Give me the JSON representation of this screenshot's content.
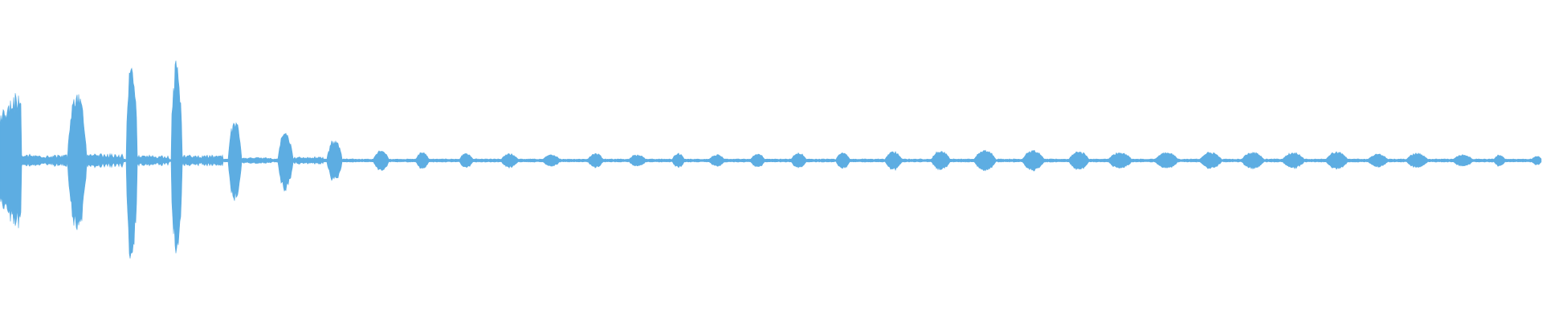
{
  "waveform": {
    "color": "#5dade2",
    "background": "#ffffff",
    "amplitude_max": 1.0,
    "baseline_amplitude": 0.006,
    "segments": [
      {
        "start": 0.0,
        "end": 0.014,
        "amp": 0.52,
        "shape": "decay"
      },
      {
        "start": 0.014,
        "end": 0.044,
        "amp": 0.045,
        "shape": "flat"
      },
      {
        "start": 0.044,
        "end": 0.056,
        "amp": 0.54,
        "shape": "burst"
      },
      {
        "start": 0.056,
        "end": 0.08,
        "amp": 0.05,
        "shape": "flat"
      },
      {
        "start": 0.082,
        "end": 0.089,
        "amp": 0.72,
        "shape": "spike"
      },
      {
        "start": 0.089,
        "end": 0.11,
        "amp": 0.04,
        "shape": "flat"
      },
      {
        "start": 0.111,
        "end": 0.118,
        "amp": 0.7,
        "shape": "spike"
      },
      {
        "start": 0.118,
        "end": 0.145,
        "amp": 0.04,
        "shape": "flat"
      },
      {
        "start": 0.148,
        "end": 0.157,
        "amp": 0.3,
        "shape": "burst"
      },
      {
        "start": 0.157,
        "end": 0.176,
        "amp": 0.02,
        "shape": "flat"
      },
      {
        "start": 0.18,
        "end": 0.19,
        "amp": 0.22,
        "shape": "burst"
      },
      {
        "start": 0.19,
        "end": 0.21,
        "amp": 0.025,
        "shape": "flat"
      },
      {
        "start": 0.212,
        "end": 0.222,
        "amp": 0.15,
        "shape": "burst"
      },
      {
        "start": 0.242,
        "end": 0.252,
        "amp": 0.075,
        "shape": "burst"
      },
      {
        "start": 0.27,
        "end": 0.278,
        "amp": 0.06,
        "shape": "burst"
      },
      {
        "start": 0.298,
        "end": 0.307,
        "amp": 0.05,
        "shape": "burst"
      },
      {
        "start": 0.325,
        "end": 0.336,
        "amp": 0.048,
        "shape": "burst"
      },
      {
        "start": 0.352,
        "end": 0.363,
        "amp": 0.042,
        "shape": "burst"
      },
      {
        "start": 0.381,
        "end": 0.391,
        "amp": 0.05,
        "shape": "burst"
      },
      {
        "start": 0.408,
        "end": 0.419,
        "amp": 0.04,
        "shape": "burst"
      },
      {
        "start": 0.436,
        "end": 0.444,
        "amp": 0.05,
        "shape": "burst"
      },
      {
        "start": 0.46,
        "end": 0.47,
        "amp": 0.04,
        "shape": "burst"
      },
      {
        "start": 0.487,
        "end": 0.496,
        "amp": 0.048,
        "shape": "burst"
      },
      {
        "start": 0.513,
        "end": 0.523,
        "amp": 0.052,
        "shape": "burst"
      },
      {
        "start": 0.542,
        "end": 0.551,
        "amp": 0.058,
        "shape": "burst"
      },
      {
        "start": 0.574,
        "end": 0.585,
        "amp": 0.066,
        "shape": "burst"
      },
      {
        "start": 0.604,
        "end": 0.616,
        "amp": 0.07,
        "shape": "burst"
      },
      {
        "start": 0.632,
        "end": 0.646,
        "amp": 0.076,
        "shape": "burst"
      },
      {
        "start": 0.663,
        "end": 0.677,
        "amp": 0.07,
        "shape": "burst"
      },
      {
        "start": 0.693,
        "end": 0.706,
        "amp": 0.066,
        "shape": "burst"
      },
      {
        "start": 0.719,
        "end": 0.734,
        "amp": 0.058,
        "shape": "burst"
      },
      {
        "start": 0.749,
        "end": 0.764,
        "amp": 0.055,
        "shape": "burst"
      },
      {
        "start": 0.778,
        "end": 0.792,
        "amp": 0.058,
        "shape": "burst"
      },
      {
        "start": 0.805,
        "end": 0.82,
        "amp": 0.058,
        "shape": "burst"
      },
      {
        "start": 0.832,
        "end": 0.846,
        "amp": 0.056,
        "shape": "burst"
      },
      {
        "start": 0.86,
        "end": 0.874,
        "amp": 0.062,
        "shape": "burst"
      },
      {
        "start": 0.887,
        "end": 0.9,
        "amp": 0.045,
        "shape": "burst"
      },
      {
        "start": 0.912,
        "end": 0.926,
        "amp": 0.05,
        "shape": "burst"
      },
      {
        "start": 0.942,
        "end": 0.955,
        "amp": 0.04,
        "shape": "burst"
      },
      {
        "start": 0.969,
        "end": 0.976,
        "amp": 0.04,
        "shape": "burst"
      },
      {
        "start": 0.993,
        "end": 1.0,
        "amp": 0.03,
        "shape": "burst"
      }
    ]
  }
}
